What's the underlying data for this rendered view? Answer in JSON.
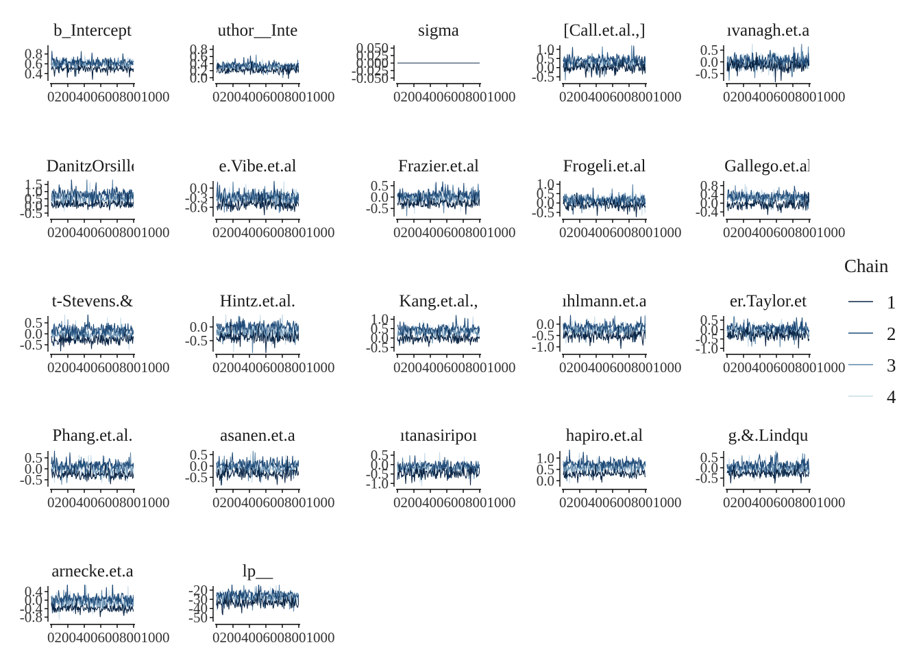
{
  "chart_data": {
    "type": "line",
    "description_free": true,
    "x_ticks": [
      "0",
      "200",
      "400",
      "600",
      "800",
      "1000"
    ],
    "x_tick_text": "02004006008001000",
    "xlim": [
      0,
      1000
    ],
    "legend": {
      "title": "Chain",
      "position": "right",
      "entries": [
        {
          "label": "1",
          "color": "#0b2545"
        },
        {
          "label": "2",
          "color": "#1f4a77"
        },
        {
          "label": "3",
          "color": "#5d86a8"
        },
        {
          "label": "4",
          "color": "#c6dbe9"
        }
      ]
    },
    "panels": [
      {
        "title": "b_Intercept",
        "y_ticks": [
          "0.4",
          "0.6",
          "0.8"
        ],
        "ylim": [
          0.28,
          0.95
        ],
        "bands": [
          [
            0.42,
            0.58
          ],
          [
            0.55,
            0.72
          ],
          [
            0.5,
            0.68
          ],
          [
            0.5,
            0.7
          ]
        ]
      },
      {
        "title": "uthor__Inte",
        "y_ticks": [
          "0.0",
          "0.2",
          "0.4",
          "0.6",
          "0.8"
        ],
        "ylim": [
          -0.05,
          0.88
        ],
        "bands": [
          [
            0.1,
            0.3
          ],
          [
            0.25,
            0.45
          ],
          [
            0.2,
            0.42
          ],
          [
            0.2,
            0.45
          ]
        ]
      },
      {
        "title": "sigma",
        "y_ticks": [
          "-0.050",
          "-0.025",
          "0.000",
          "0.025",
          "0.050"
        ],
        "ylim": [
          -0.055,
          0.055
        ],
        "bands": [
          [
            0.0,
            0.0
          ],
          [
            0.0,
            0.0
          ],
          [
            0.0,
            0.0
          ],
          [
            0.0,
            0.0
          ]
        ]
      },
      {
        "title": "[Call.et.al.,]",
        "y_ticks": [
          "-0.5",
          "0.0",
          "0.5",
          "1.0"
        ],
        "ylim": [
          -0.65,
          1.15
        ],
        "bands": [
          [
            -0.3,
            0.3
          ],
          [
            0.1,
            0.7
          ],
          [
            -0.1,
            0.6
          ],
          [
            -0.1,
            0.6
          ]
        ]
      },
      {
        "title": "ıvanagh.et.a",
        "y_ticks": [
          "-0.5",
          "0.0",
          "0.5"
        ],
        "ylim": [
          -0.75,
          0.65
        ],
        "bands": [
          [
            -0.45,
            0.05
          ],
          [
            -0.2,
            0.35
          ],
          [
            -0.35,
            0.3
          ],
          [
            -0.35,
            0.35
          ]
        ]
      },
      {
        "title": "DanitzOrsille",
        "y_ticks": [
          "-0.5",
          "0.0",
          "0.5",
          "1.0",
          "1.5"
        ],
        "ylim": [
          -0.65,
          1.65
        ],
        "bands": [
          [
            -0.2,
            0.4
          ],
          [
            0.4,
            1.3
          ],
          [
            0.0,
            1.0
          ],
          [
            0.0,
            1.0
          ]
        ]
      },
      {
        "title": "e.Vibe.et.al",
        "y_ticks": [
          "-0.6",
          "-0.3",
          "0.0"
        ],
        "ylim": [
          -0.85,
          0.18
        ],
        "bands": [
          [
            -0.7,
            -0.35
          ],
          [
            -0.45,
            -0.05
          ],
          [
            -0.55,
            -0.1
          ],
          [
            -0.55,
            -0.1
          ]
        ]
      },
      {
        "title": "Frazier.et.al",
        "y_ticks": [
          "-0.5",
          "0.0",
          "0.5"
        ],
        "ylim": [
          -0.8,
          0.65
        ],
        "bands": [
          [
            -0.5,
            -0.05
          ],
          [
            -0.15,
            0.35
          ],
          [
            -0.3,
            0.25
          ],
          [
            -0.3,
            0.25
          ]
        ]
      },
      {
        "title": "Frogeli.et.al",
        "y_ticks": [
          "-0.5",
          "0.0",
          "0.5",
          "1.0"
        ],
        "ylim": [
          -0.65,
          1.1
        ],
        "bands": [
          [
            -0.35,
            0.1
          ],
          [
            -0.1,
            0.45
          ],
          [
            -0.2,
            0.45
          ],
          [
            -0.2,
            0.5
          ]
        ]
      },
      {
        "title": "Gallego.et.al",
        "y_ticks": [
          "-0.4",
          "0.0",
          "0.4",
          "0.8"
        ],
        "ylim": [
          -0.55,
          0.95
        ],
        "bands": [
          [
            -0.3,
            0.15
          ],
          [
            0.1,
            0.55
          ],
          [
            0.0,
            0.5
          ],
          [
            0.0,
            0.55
          ]
        ]
      },
      {
        "title": "t-Stevens.&",
        "y_ticks": [
          "-0.5",
          "0.0",
          "0.5"
        ],
        "ylim": [
          -0.75,
          0.75
        ],
        "bands": [
          [
            -0.55,
            -0.05
          ],
          [
            -0.1,
            0.45
          ],
          [
            -0.3,
            0.3
          ],
          [
            -0.3,
            0.3
          ]
        ]
      },
      {
        "title": "Hintz.et.al.",
        "y_ticks": [
          "-0.5",
          "0.0"
        ],
        "ylim": [
          -0.85,
          0.35
        ],
        "bands": [
          [
            -0.6,
            -0.15
          ],
          [
            -0.2,
            0.2
          ],
          [
            -0.45,
            0.1
          ],
          [
            -0.45,
            0.15
          ]
        ]
      },
      {
        "title": "Kang.et.al.,",
        "y_ticks": [
          "-0.5",
          "0.0",
          "0.5",
          "1.0"
        ],
        "ylim": [
          -0.65,
          1.1
        ],
        "bands": [
          [
            -0.3,
            0.2
          ],
          [
            0.2,
            0.8
          ],
          [
            0.0,
            0.65
          ],
          [
            0.0,
            0.7
          ]
        ]
      },
      {
        "title": "ıhlmann.et.a",
        "y_ticks": [
          "-1.0",
          "-0.5",
          "0.0"
        ],
        "ylim": [
          -1.15,
          0.3
        ],
        "bands": [
          [
            -0.75,
            -0.3
          ],
          [
            -0.35,
            0.1
          ],
          [
            -0.55,
            0.0
          ],
          [
            -0.55,
            0.05
          ]
        ]
      },
      {
        "title": "er.Taylor.et",
        "y_ticks": [
          "-1.0",
          "-0.5",
          "0.0",
          "0.5"
        ],
        "ylim": [
          -1.1,
          0.65
        ],
        "bands": [
          [
            -0.55,
            0.0
          ],
          [
            -0.2,
            0.35
          ],
          [
            -0.4,
            0.25
          ],
          [
            -0.4,
            0.3
          ]
        ]
      },
      {
        "title": "Phang.et.al.",
        "y_ticks": [
          "-0.5",
          "0.0",
          "0.5"
        ],
        "ylim": [
          -0.75,
          0.75
        ],
        "bands": [
          [
            -0.5,
            -0.05
          ],
          [
            -0.1,
            0.45
          ],
          [
            -0.3,
            0.3
          ],
          [
            -0.3,
            0.3
          ]
        ]
      },
      {
        "title": "asanen.et.a",
        "y_ticks": [
          "-0.5",
          "0.0",
          "0.5"
        ],
        "ylim": [
          -0.85,
          0.6
        ],
        "bands": [
          [
            -0.6,
            -0.1
          ],
          [
            -0.2,
            0.3
          ],
          [
            -0.4,
            0.2
          ],
          [
            -0.4,
            0.25
          ]
        ]
      },
      {
        "title": "ıtanasiripoı",
        "y_ticks": [
          "-1.0",
          "-0.5",
          "0.0",
          "0.5"
        ],
        "ylim": [
          -1.1,
          0.65
        ],
        "bands": [
          [
            -0.75,
            -0.2
          ],
          [
            -0.3,
            0.2
          ],
          [
            -0.5,
            0.1
          ],
          [
            -0.5,
            0.15
          ]
        ]
      },
      {
        "title": "hapiro.et.al",
        "y_ticks": [
          "0.0",
          "0.5",
          "1.0"
        ],
        "ylim": [
          -0.2,
          1.25
        ],
        "bands": [
          [
            0.1,
            0.5
          ],
          [
            0.5,
            1.0
          ],
          [
            0.3,
            0.85
          ],
          [
            0.3,
            0.85
          ]
        ]
      },
      {
        "title": "g.&.Lindqu",
        "y_ticks": [
          "-0.5",
          "0.0",
          "0.5"
        ],
        "ylim": [
          -0.85,
          0.75
        ],
        "bands": [
          [
            -0.5,
            -0.05
          ],
          [
            -0.15,
            0.4
          ],
          [
            -0.35,
            0.25
          ],
          [
            -0.35,
            0.3
          ]
        ]
      },
      {
        "title": "arnecke.et.a",
        "y_ticks": [
          "-0.8",
          "-0.4",
          "0.0",
          "0.4"
        ],
        "ylim": [
          -0.95,
          0.6
        ],
        "bands": [
          [
            -0.6,
            -0.2
          ],
          [
            -0.2,
            0.35
          ],
          [
            -0.4,
            0.2
          ],
          [
            -0.4,
            0.25
          ]
        ]
      },
      {
        "title": "lp__",
        "y_ticks": [
          "-50",
          "-40",
          "-30",
          "-20"
        ],
        "ylim": [
          -53,
          -17
        ],
        "bands": [
          [
            -40,
            -28
          ],
          [
            -30,
            -20
          ],
          [
            -34,
            -22
          ],
          [
            -34,
            -22
          ]
        ]
      }
    ]
  }
}
